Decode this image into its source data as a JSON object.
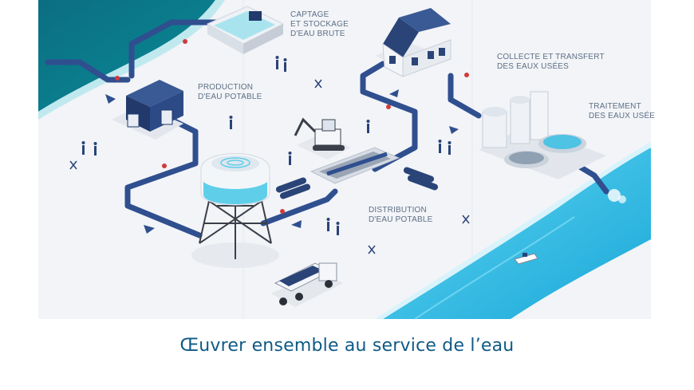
{
  "labels": {
    "captage": [
      "CAPTAGE",
      "ET STOCKAGE",
      "D'EAU BRUTE"
    ],
    "production": [
      "PRODUCTION",
      "D'EAU POTABLE"
    ],
    "collecte": [
      "COLLECTE ET TRANSFERT",
      "DES EAUX USÉES"
    ],
    "traitement": [
      "TRAITEMENT",
      "DES EAUX USÉE"
    ],
    "distribution": [
      "DISTRIBUTION",
      "D'EAU POTABLE"
    ]
  },
  "caption": "Œuvrer ensemble au service de l’eau",
  "colors": {
    "pipe": "#2f4f8f",
    "water_dark": "#0a7a8a",
    "water_light": "#3fc7ea",
    "ground": "#eef0f4",
    "building": "#213a6b",
    "caption": "#0f5a86"
  }
}
